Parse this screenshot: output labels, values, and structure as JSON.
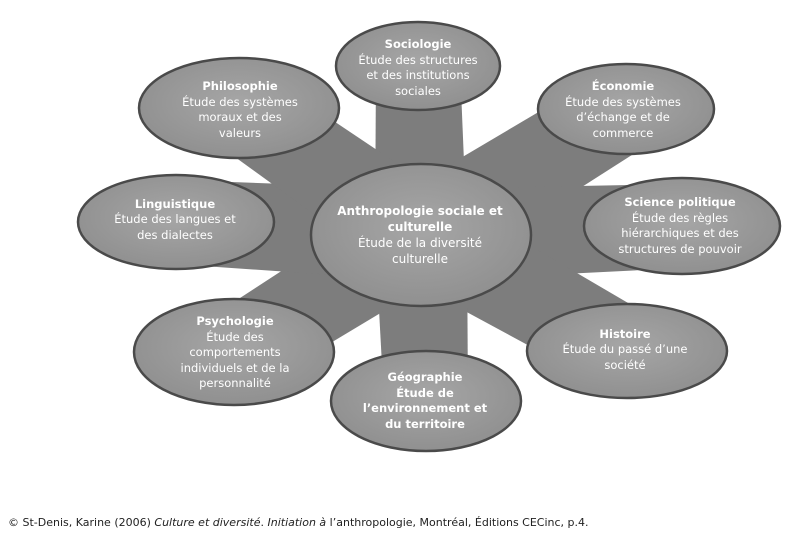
{
  "center": {
    "title_line1": "Anthropologie sociale et",
    "title_line2": "culturelle",
    "desc_line1": "Étude de la diversité",
    "desc_line2": "culturelle"
  },
  "nodes": {
    "sociologie": {
      "title": "Sociologie",
      "lines": [
        "Étude des structures",
        "et des institutions",
        "sociales"
      ]
    },
    "economie": {
      "title": "Économie",
      "lines": [
        "Étude des systèmes",
        "d’échange et de",
        "commerce"
      ]
    },
    "science_politique": {
      "title": "Science politique",
      "lines": [
        "Étude des règles",
        "hiérarchiques et des",
        "structures de pouvoir"
      ]
    },
    "histoire": {
      "title": "Histoire",
      "lines": [
        "Étude du passé d’une",
        "société"
      ]
    },
    "geographie": {
      "title": "Géographie",
      "lines": [
        "Étude de",
        "l’environnement et",
        "du territoire"
      ],
      "bold_all": true
    },
    "psychologie": {
      "title": "Psychologie",
      "lines": [
        "Étude des",
        "comportements",
        "individuels et de la",
        "personnalité"
      ]
    },
    "linguistique": {
      "title": "Linguistique",
      "lines": [
        "Étude des langues et",
        "des dialectes"
      ]
    },
    "philosophie": {
      "title": "Philosophie",
      "lines": [
        "Étude des systèmes",
        "moraux et des",
        "valeurs"
      ]
    }
  },
  "caption": {
    "prefix": "© St-Denis, Karine (2006) ",
    "italic_title": "Culture et diversité",
    "middle": ". ",
    "italic_sub": "Initiation à",
    "suffix": " l’anthropologie, Montréal, Éditions CECinc, p.4."
  },
  "colors": {
    "fill": "#9e9e9e",
    "stroke": "#4a4a4a",
    "spoke": "#8f8f8f"
  }
}
